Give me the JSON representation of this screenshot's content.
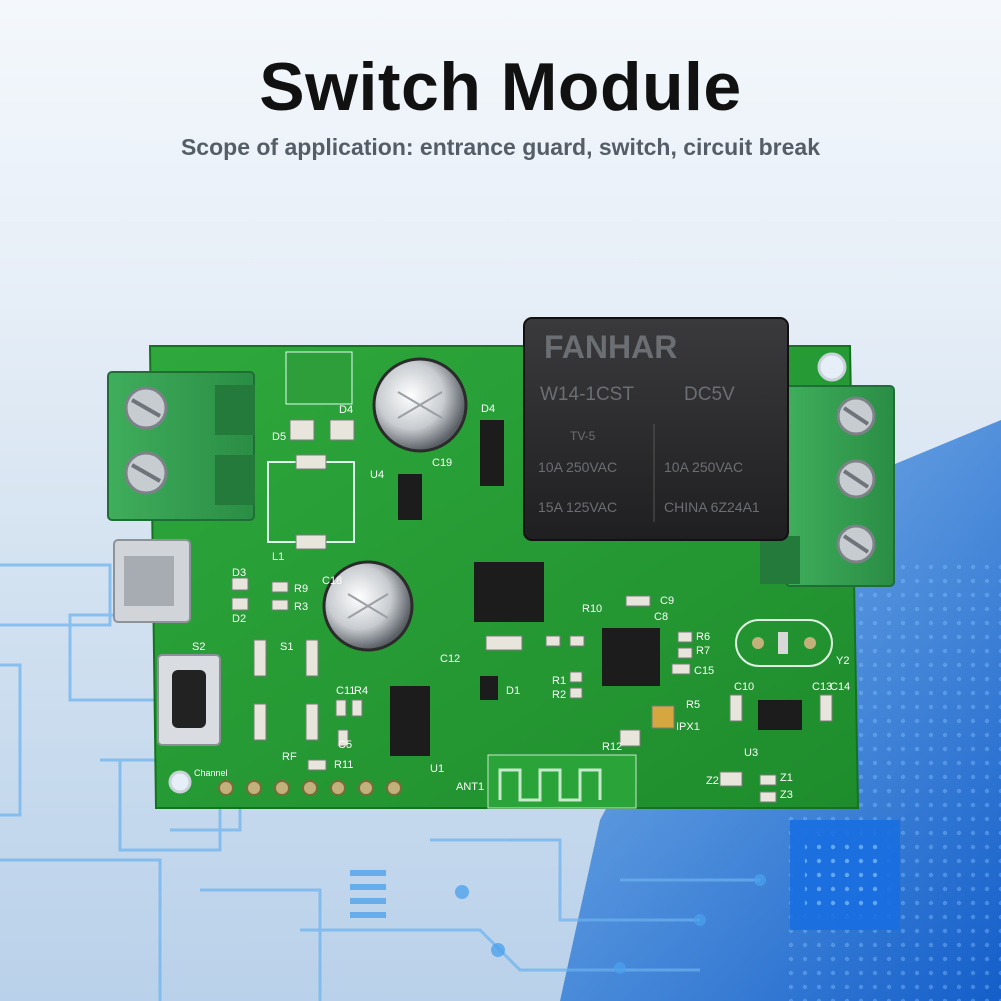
{
  "header": {
    "title": "Switch Module",
    "subtitle": "Scope of application: entrance guard, switch, circuit break"
  },
  "relay": {
    "brand": "FANHAR",
    "model": "W14-1CST",
    "voltage": "DC5V",
    "rating_1": "10A 250VAC",
    "rating_2": "10A 250VAC",
    "rating_3": "15A 125VAC",
    "code": "CHINA 6Z24A1",
    "tv": "TV-5"
  },
  "board_labels": {
    "d4a": "D4",
    "d4b": "D4",
    "d5": "D5",
    "u4": "U4",
    "c19": "C19",
    "l1": "L1",
    "c18": "C18",
    "d3": "D3",
    "r9": "R9",
    "r3": "R3",
    "d2": "D2",
    "s2": "S2",
    "s1": "S1",
    "c11": "C11",
    "r4": "R4",
    "c5": "C5",
    "r11": "R11",
    "rf": "RF",
    "u1": "U1",
    "c12": "C12",
    "d1": "D1",
    "r10": "R10",
    "c9": "C9",
    "c8": "C8",
    "r6": "R6",
    "r7": "R7",
    "c15": "C15",
    "r1": "R1",
    "r2": "R2",
    "r5": "R5",
    "r12": "R12",
    "ipx1": "IPX1",
    "ant1": "ANT1",
    "u3": "U3",
    "z1": "Z1",
    "z2": "Z2",
    "z3": "Z3",
    "c10": "C10",
    "c13": "C13",
    "c14": "C14",
    "y2": "Y2",
    "channel": "Channel"
  }
}
